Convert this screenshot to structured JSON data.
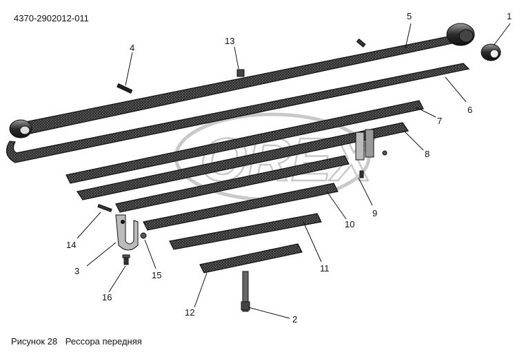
{
  "document_number": "4370-2902012-011",
  "caption": {
    "figure": "Рисунок 28",
    "title": "Рессора передняя"
  },
  "callouts": [
    {
      "id": "1",
      "label": "1"
    },
    {
      "id": "2",
      "label": "2"
    },
    {
      "id": "3",
      "label": "3"
    },
    {
      "id": "4",
      "label": "4"
    },
    {
      "id": "5",
      "label": "5"
    },
    {
      "id": "6",
      "label": "6"
    },
    {
      "id": "7",
      "label": "7"
    },
    {
      "id": "8",
      "label": "8"
    },
    {
      "id": "9",
      "label": "9"
    },
    {
      "id": "10",
      "label": "10"
    },
    {
      "id": "11",
      "label": "11"
    },
    {
      "id": "12",
      "label": "12"
    },
    {
      "id": "13",
      "label": "13"
    },
    {
      "id": "14",
      "label": "14"
    },
    {
      "id": "15",
      "label": "15"
    },
    {
      "id": "16",
      "label": "16"
    }
  ],
  "watermark": {
    "text": "OREX"
  }
}
